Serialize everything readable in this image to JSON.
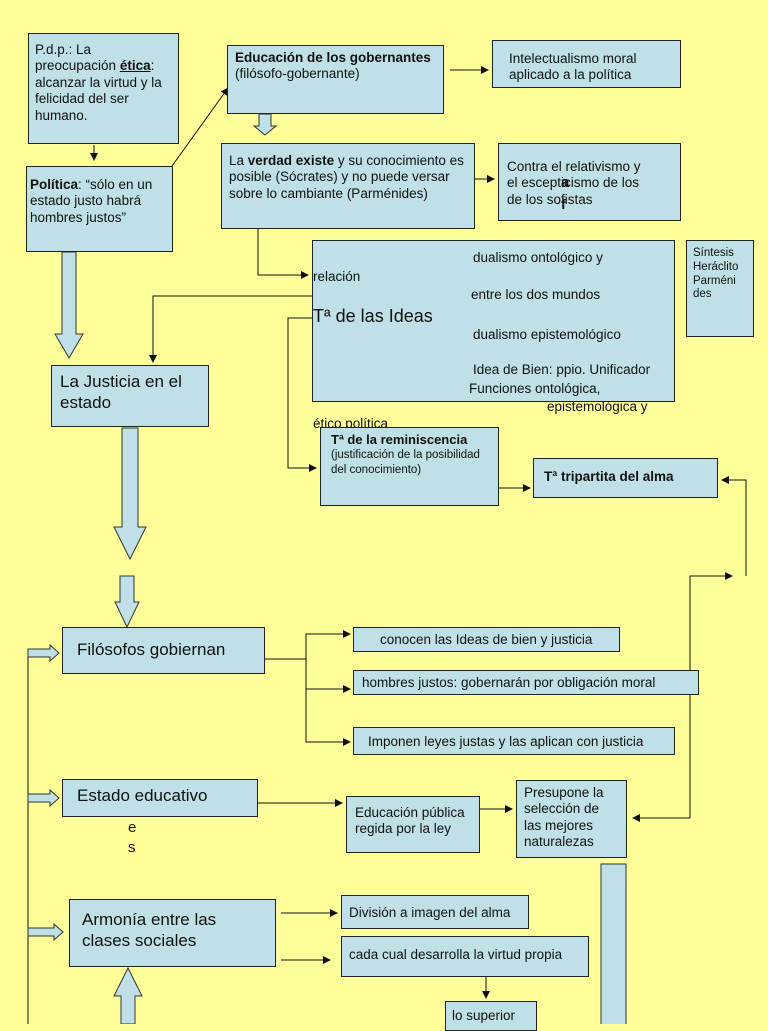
{
  "pdp": {
    "prefix": "P.d.p.: La preocupación ",
    "bold": "ética",
    "rest": ": alcanzar la virtud y la felicidad del ser humano."
  },
  "politica": {
    "bold": "Política",
    "rest": ": “sólo en un estado justo habrá hombres justos”"
  },
  "educacion": {
    "bold": "Educación de los gobernantes",
    "rest": "  (filósofo-gobernante)"
  },
  "intelectualismo": "Intelectualismo moral aplicado a la política",
  "verdad": {
    "prefix": "La ",
    "bold": "verdad existe",
    "rest": " y su conocimiento es posible (Sócrates) y no puede versar sobre lo cambiante (Parménides)"
  },
  "relativismo": {
    "line1": "Contra el relativismo y",
    "line2": "el escepticismo de los",
    "line3": "de los sofistas",
    "overlap1": "a",
    "overlap2": "f"
  },
  "ideas": {
    "relacion": "relación",
    "title": "Tª de las Ideas",
    "item1": "dualismo ontológico y",
    "item2": "entre los dos mundos",
    "item3": "dualismo epistemológico",
    "item4a": "Idea de Bien: ppio. Unificador",
    "item4b": "Funciones ontológica,",
    "item4c": "epistemológica y",
    "item4d": "ético política"
  },
  "sintesis": "Síntesis Heráclito Parméni des",
  "justicia_estado": "La Justicia en el estado",
  "reminiscencia": {
    "title": "Tª de la reminiscencia",
    "desc": "(justificación de la posibilidad del conocimiento)"
  },
  "tripartita": "Tª tripartita del alma",
  "filosofos": "Filósofos gobiernan",
  "conocen": "conocen las Ideas de bien y justicia",
  "hombres_justos": "hombres justos: gobernarán por obligación moral",
  "imponen": "Imponen leyes justas y las aplican con justicia",
  "estado_educativo": "Estado educativo",
  "es_fragment": {
    "a": "e",
    "b": "s"
  },
  "educacion_publica": "Educación pública regida por la ley",
  "presupone": "Presupone la selección de las mejores naturalezas",
  "armonia": "Armonía entre las clases sociales",
  "division": "División a imagen del alma",
  "cada_cual": "cada cual desarrolla la virtud propia",
  "lo_superior": "lo superior",
  "colors": {
    "background": "#ffff99",
    "box": "#bfe0e6",
    "arrow_fill": "#bfe0e6",
    "line": "#111111"
  }
}
